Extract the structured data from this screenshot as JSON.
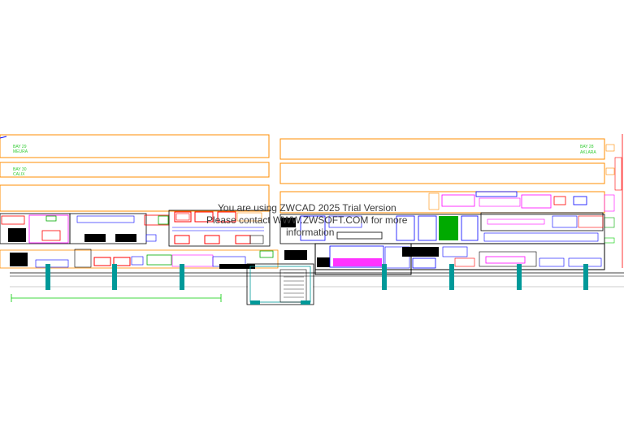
{
  "drawing": {
    "bays": [
      {
        "code": "BAY 29",
        "name": "MEURA"
      },
      {
        "code": "BAY 30",
        "name": "CALIX"
      },
      {
        "code": "BAY 28",
        "name": "AKLARA"
      }
    ],
    "colors": {
      "bay_outline": "#ff8c00",
      "equipment_red": "#ff0000",
      "equipment_blue": "#0000ff",
      "equipment_magenta": "#ff00ff",
      "equipment_green": "#00aa00",
      "columns_teal": "#009999",
      "linework": "#000000",
      "dimension_green": "#00cc00",
      "label_green": "#33cc33"
    }
  },
  "watermark": {
    "line1": "You are using ZWCAD 2025 Trial Version",
    "line2": "Please contact WWW.ZWSOFT.COM for more",
    "line3": "information"
  }
}
